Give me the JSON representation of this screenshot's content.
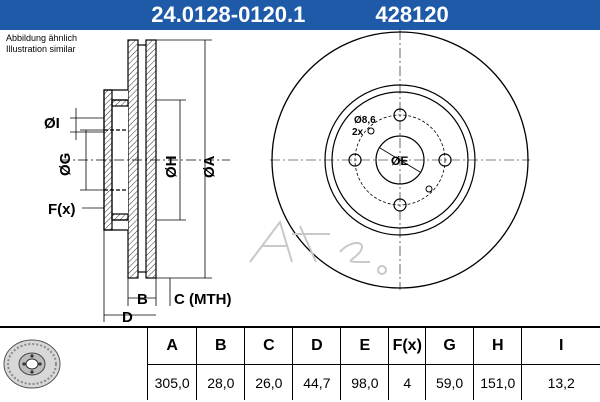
{
  "header": {
    "part_number": "24.0128-0120.1",
    "ref_number": "428120"
  },
  "note": {
    "line1": "Abbildung ähnlich",
    "line2": "Illustration similar"
  },
  "section_labels": {
    "i": "ØI",
    "g": "ØG",
    "f": "F(x)",
    "h": "ØH",
    "a": "ØA",
    "b": "B",
    "c": "C (MTH)",
    "d": "D"
  },
  "front_labels": {
    "bolt_hole": "Ø8,6",
    "bolt_count": "2x",
    "center_bore": "ØE"
  },
  "spec_table": {
    "headers": [
      "A",
      "B",
      "C",
      "D",
      "E",
      "F(x)",
      "G",
      "H",
      "I"
    ],
    "values": [
      "305,0",
      "28,0",
      "26,0",
      "44,7",
      "98,0",
      "4",
      "59,0",
      "151,0",
      "13,2"
    ]
  },
  "colors": {
    "header_bg": "#1e5aa8",
    "header_text": "#ffffff"
  }
}
